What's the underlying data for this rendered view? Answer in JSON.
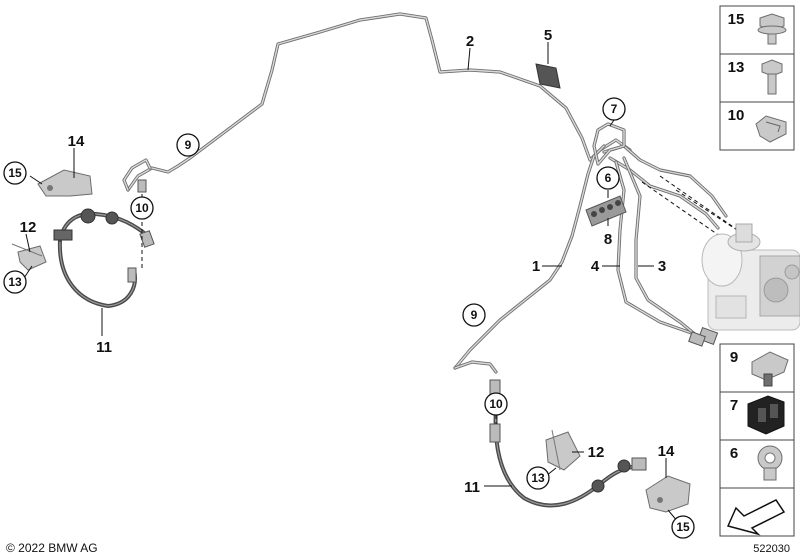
{
  "labels": {
    "l1": "1",
    "l2": "2",
    "l3": "3",
    "l4": "4",
    "l5": "5",
    "l6": "6",
    "l8": "8",
    "l11a": "11",
    "l11b": "11",
    "l12a": "12",
    "l12b": "12",
    "l14a": "14",
    "l14b": "14"
  },
  "circled": {
    "c7": "7",
    "c9a": "9",
    "c9b": "9",
    "c10a": "10",
    "c10b": "10",
    "c13a": "13",
    "c13b": "13",
    "c15a": "15",
    "c15b": "15"
  },
  "legend_top": [
    "15",
    "13",
    "10"
  ],
  "legend_bottom": [
    "9",
    "7",
    "6"
  ],
  "footer": {
    "copyright": "© 2022 BMW AG",
    "diagram_number": "522030"
  }
}
